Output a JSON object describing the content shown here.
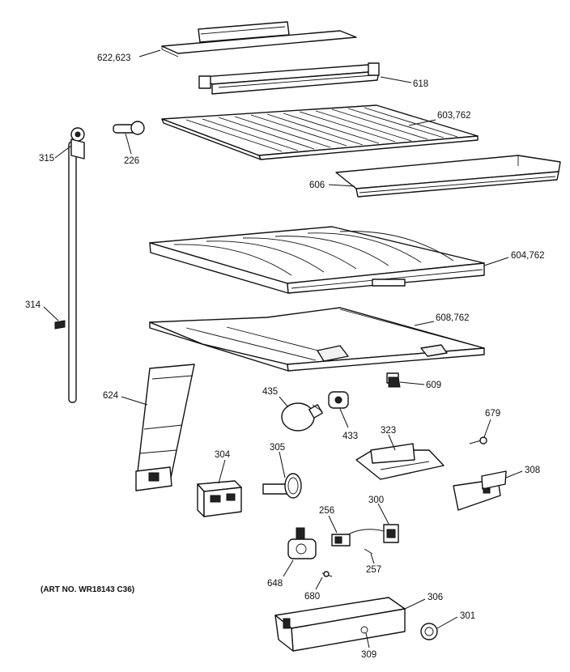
{
  "callouts": {
    "c622": "622,623",
    "c618": "618",
    "c603": "603,762",
    "c315": "315",
    "c226": "226",
    "c606": "606",
    "c604": "604,762",
    "c314": "314",
    "c608": "608,762",
    "c609": "609",
    "c624": "624",
    "c435": "435",
    "c433": "433",
    "c323": "323",
    "c679": "679",
    "c304": "304",
    "c305": "305",
    "c308": "308",
    "c256": "256",
    "c300": "300",
    "c257": "257",
    "c648": "648",
    "c680": "680",
    "c306": "306",
    "c301": "301",
    "c309": "309"
  },
  "art_note": "(ART NO. WR18143 C36)"
}
